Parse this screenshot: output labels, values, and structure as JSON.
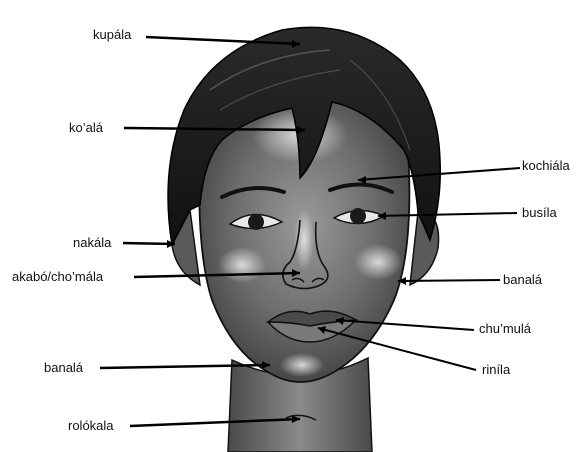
{
  "labels": {
    "kupala": "kupála",
    "koala": "ko’alá",
    "nakala": "nakála",
    "akabo": "akabó/cho’mála",
    "banala_left": "banalá",
    "rolokala": "rolókala",
    "kochiala": "kochiála",
    "busila": "busíla",
    "banala_right": "banalá",
    "chumula": "chu’mulá",
    "rinila": "riníla"
  }
}
